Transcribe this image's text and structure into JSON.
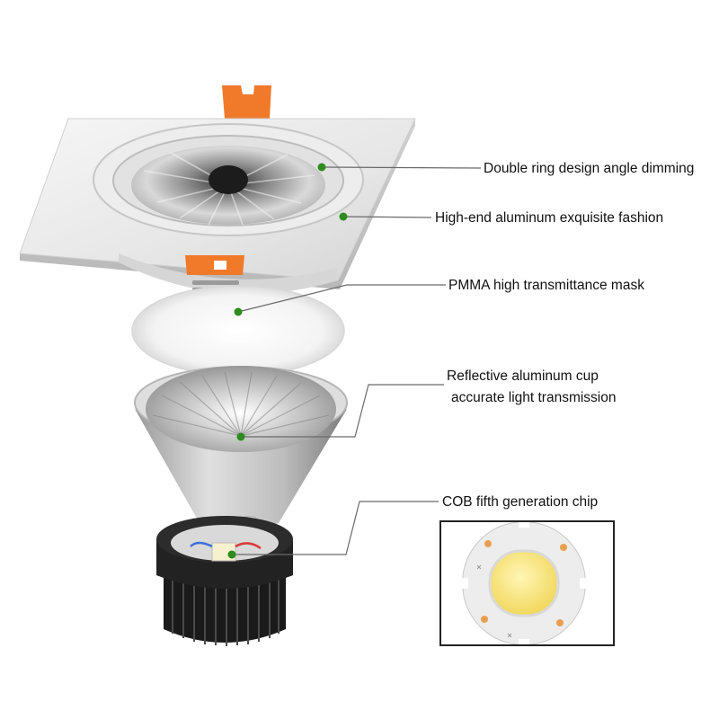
{
  "callouts": {
    "ring_design": "Double ring design angle dimming",
    "aluminum_fashion": "High-end aluminum exquisite fashion",
    "pmma_mask": "PMMA high transmittance mask",
    "cup_line1": "Reflective aluminum cup",
    "cup_line2": "accurate light transmission",
    "cob_chip": "COB fifth generation chip"
  },
  "colors": {
    "callout_dot": "#2e8b1e",
    "leader_line": "#6a6a6a",
    "clip_orange": "#f07a2a",
    "housing_white": "#ececec",
    "heatsink_black": "#1a1a1a",
    "chip_yellow": "#f6e27a"
  }
}
